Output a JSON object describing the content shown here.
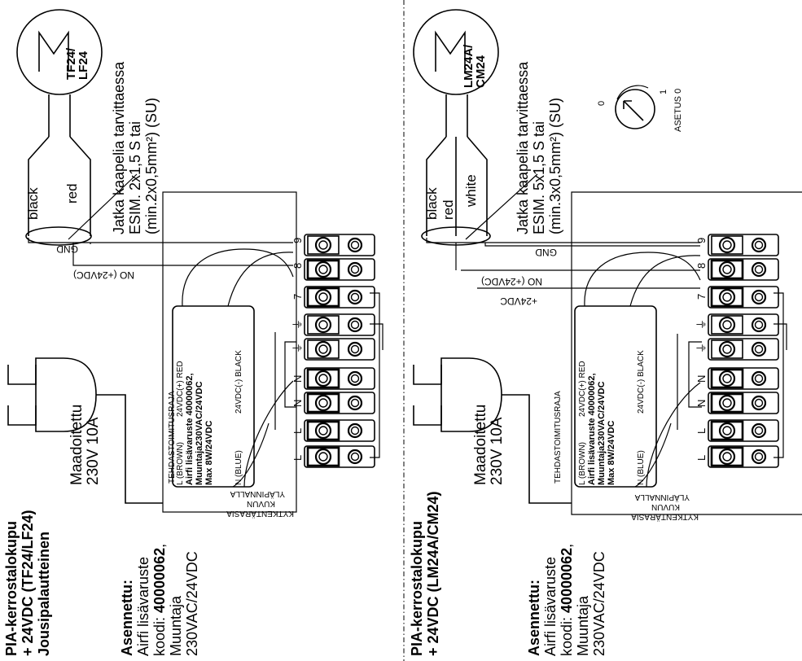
{
  "panels": [
    {
      "motor_model": "TF24/\nLF24",
      "ext_cable_title": "Jatka kaapelia tarvittaessa",
      "ext_cable_spec": "ESIM.  2x1,5 S tai",
      "ext_cable_min": "(min.2x0,5mm²) (SU)",
      "wire_labels": [
        "black",
        "red"
      ],
      "line_labels": {
        "gnd": "GND",
        "no": "NO (+24VDC)"
      },
      "terminal_labels": [
        "9",
        "8",
        "7",
        "⏚",
        "⏚",
        "N",
        "N",
        "L",
        "L"
      ],
      "module": {
        "brown": "L (BROWN)",
        "plus": "24VDC(+) RED",
        "title": "Airfi lisävaruste 40000062,",
        "desc": "Muuntaja230VAC/24VDC",
        "power": "Max 8W/24VDC",
        "blue": "N (BLUE)",
        "minus": "24VDC(-) BLACK"
      },
      "factory_border": "TEHDASTOIMITUSRAJA",
      "junction": [
        "KYTKENTÄRASIA",
        "KUVUN",
        "YLÄPINNALLA"
      ],
      "plug": {
        "earthed": "Maadoitettu",
        "rating": "230V 10A"
      },
      "product": [
        "PIA-kerrostalokupu",
        "+ 24VDC (TF24/LF24)",
        "Jousipalautteinen"
      ],
      "installed": {
        "title": "Asennettu:",
        "acc": "Airfi lisävaruste",
        "code_prefix": "koodi: ",
        "code": "40000062",
        "code_suffix": ",",
        "trans": "Muuntaja",
        "volts": "230VAC/24VDC"
      }
    },
    {
      "motor_model": "LM24A/\nCM24",
      "ext_cable_title": "Jatka kaapelia tarvittaessa",
      "ext_cable_spec": "ESIM.  5x1,5 S tai",
      "ext_cable_min": "(min.3x0,5mm²) (SU)",
      "wire_labels": [
        "black",
        "red",
        "white"
      ],
      "line_labels": {
        "gnd": "GND",
        "no": "NO (+24VDC)",
        "plus": "+24VDC"
      },
      "terminal_labels": [
        "9",
        "8",
        "7",
        "⏚",
        "⏚",
        "N",
        "N",
        "L",
        "L"
      ],
      "module": {
        "brown": "L (BROWN)",
        "plus": "24VDC(+) RED",
        "title": "Airfi lisävaruste 40000062,",
        "desc": "Muuntaja230VAC/24VDC",
        "power": "Max 8W/24VDC",
        "blue": "N (BLUE)",
        "minus": "24VDC(-) BLACK"
      },
      "factory_border": "TEHDASTOIMITUSRAJA",
      "junction": [
        "KYTKENTÄRASIA",
        "KUVUN",
        "YLÄPINNALLA"
      ],
      "plug": {
        "earthed": "Maadoitettu",
        "rating": "230V 10A"
      },
      "product": [
        "PIA-kerrostalokupu",
        "+ 24VDC (LM24A/CM24)"
      ],
      "installed": {
        "title": "Asennettu:",
        "acc": "Airfi lisävaruste",
        "code_prefix": "koodi: ",
        "code": "40000062",
        "code_suffix": ",",
        "trans": "Muuntaja",
        "volts": "230VAC/24VDC"
      },
      "dial": {
        "zero": "0",
        "one": "1",
        "setting": "ASETUS 0"
      }
    }
  ]
}
